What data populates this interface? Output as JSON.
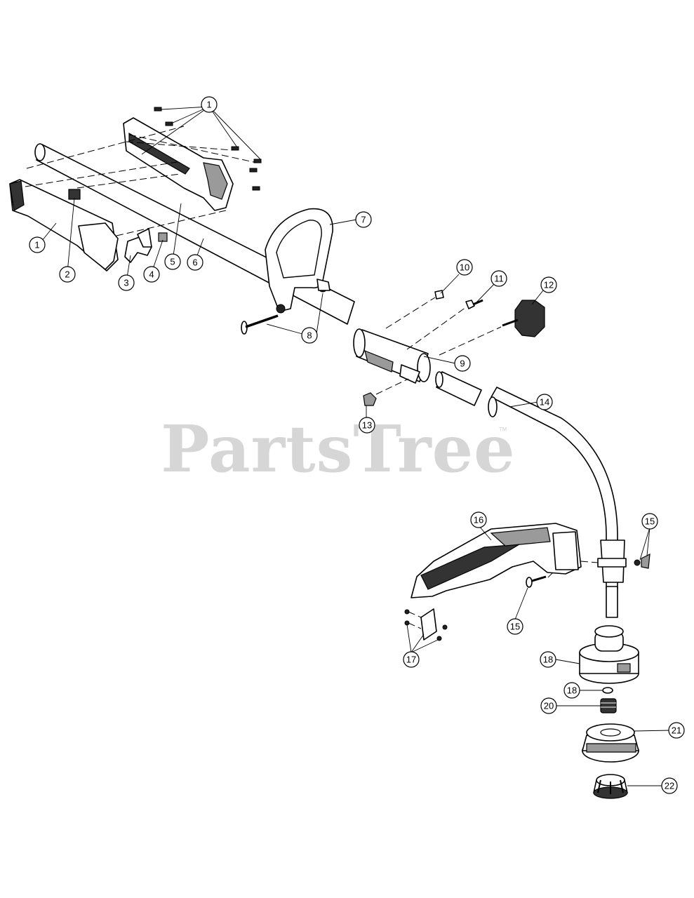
{
  "watermark": {
    "text": "PartsTree",
    "trademark": "™"
  },
  "callouts": [
    "1",
    "2",
    "3",
    "4",
    "5",
    "6",
    "7",
    "8",
    "9",
    "10",
    "11",
    "12",
    "13",
    "14",
    "15",
    "16",
    "17",
    "18",
    "20",
    "21",
    "22"
  ]
}
